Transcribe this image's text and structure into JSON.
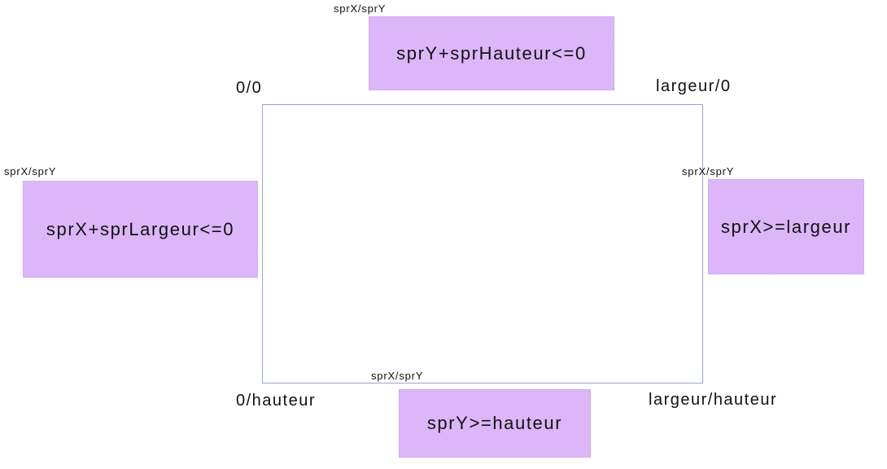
{
  "corners": {
    "top_left": "0/0",
    "top_right": "largeur/0",
    "bottom_left": "0/hauteur",
    "bottom_right": "largeur/hauteur"
  },
  "sprites": {
    "top": {
      "origin_label": "sprX/sprY",
      "condition": "sprY+sprHauteur<=0"
    },
    "left": {
      "origin_label": "sprX/sprY",
      "condition": "sprX+sprLargeur<=0"
    },
    "right": {
      "origin_label": "sprX/sprY",
      "condition": "sprX>=largeur"
    },
    "bottom": {
      "origin_label": "sprX/sprY",
      "condition": "sprY>=hauteur"
    }
  },
  "colors": {
    "sprite_fill": "#dcb6f8",
    "screen_border": "#98a4d8"
  }
}
